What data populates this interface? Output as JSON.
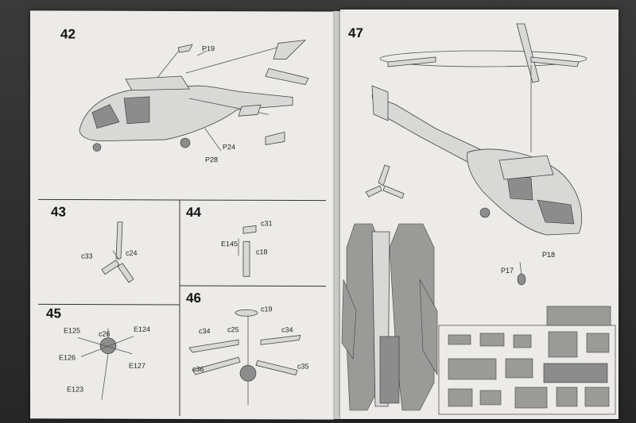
{
  "left_page": {
    "steps": [
      {
        "number": "42",
        "labels": [
          "P19",
          "P24",
          "P28"
        ]
      },
      {
        "number": "43",
        "labels": [
          "c33",
          "c24"
        ]
      },
      {
        "number": "44",
        "labels": [
          "c31",
          "E145",
          "c18"
        ]
      },
      {
        "number": "45",
        "labels": [
          "c26",
          "E125",
          "E124",
          "E126",
          "E127",
          "E123"
        ]
      },
      {
        "number": "46",
        "labels": [
          "c19",
          "c25",
          "c34",
          "c34",
          "c36",
          "c35"
        ]
      }
    ]
  },
  "right_page": {
    "steps": [
      {
        "number": "47",
        "labels": [
          "P18",
          "P17"
        ]
      }
    ]
  }
}
